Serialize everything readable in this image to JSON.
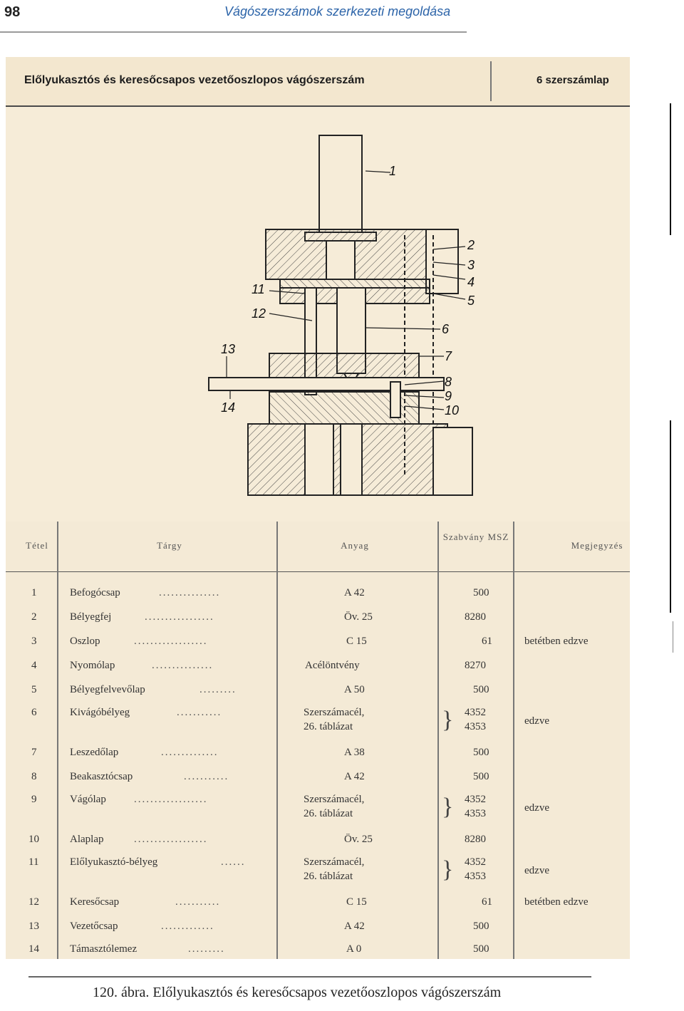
{
  "header": {
    "page_number": "98",
    "running_title": "Vágószerszámok szerkezeti megoldása"
  },
  "sheet": {
    "title": "Előlyukasztós és keresőcsapos vezetőoszlopos vágószerszám",
    "sheet_label": "6 szerszámlap"
  },
  "callouts": [
    "1",
    "2",
    "3",
    "4",
    "5",
    "6",
    "7",
    "8",
    "9",
    "10",
    "11",
    "12",
    "13",
    "14"
  ],
  "table": {
    "headers": {
      "item": "Tétel",
      "part": "Tárgy",
      "material": "Anyag",
      "standard": "Szabvány MSZ",
      "note": "Megjegyzés"
    },
    "rows": [
      {
        "num": "1",
        "part": "Befogócsap",
        "material": "A 42",
        "std": "500",
        "note": ""
      },
      {
        "num": "2",
        "part": "Bélyegfej",
        "material": "Öv. 25",
        "std": "8280",
        "note": ""
      },
      {
        "num": "3",
        "part": "Oszlop",
        "material": "C 15",
        "std": "61",
        "note": "betétben edzve"
      },
      {
        "num": "4",
        "part": "Nyomólap",
        "material": "Acélöntvény",
        "std": "8270",
        "note": ""
      },
      {
        "num": "5",
        "part": "Bélyegfelvevőlap",
        "material": "A 50",
        "std": "500",
        "note": ""
      },
      {
        "num": "6",
        "part": "Kivágóbélyeg",
        "material": "Szerszámacél,",
        "material2": "26. táblázat",
        "std": "4352",
        "std2": "4353",
        "note": "edzve"
      },
      {
        "num": "7",
        "part": "Leszedőlap",
        "material": "A 38",
        "std": "500",
        "note": ""
      },
      {
        "num": "8",
        "part": "Beakasztócsap",
        "material": "A 42",
        "std": "500",
        "note": ""
      },
      {
        "num": "9",
        "part": "Vágólap",
        "material": "Szerszámacél,",
        "material2": "26. táblázat",
        "std": "4352",
        "std2": "4353",
        "note": "edzve"
      },
      {
        "num": "10",
        "part": "Alaplap",
        "material": "Öv. 25",
        "std": "8280",
        "note": ""
      },
      {
        "num": "11",
        "part": "Előlyukasztó-bélyeg",
        "material": "Szerszámacél,",
        "material2": "26. táblázat",
        "std": "4352",
        "std2": "4353",
        "note": "edzve"
      },
      {
        "num": "12",
        "part": "Keresőcsap",
        "material": "C 15",
        "std": "61",
        "note": "betétben edzve"
      },
      {
        "num": "13",
        "part": "Vezetőcsap",
        "material": "A 42",
        "std": "500",
        "note": ""
      },
      {
        "num": "14",
        "part": "Támasztólemez",
        "material": "A 0",
        "std": "500",
        "note": ""
      }
    ]
  },
  "caption": "120. ábra. Előlyukasztós és keresőcsapos vezetőoszlopos vágószerszám"
}
